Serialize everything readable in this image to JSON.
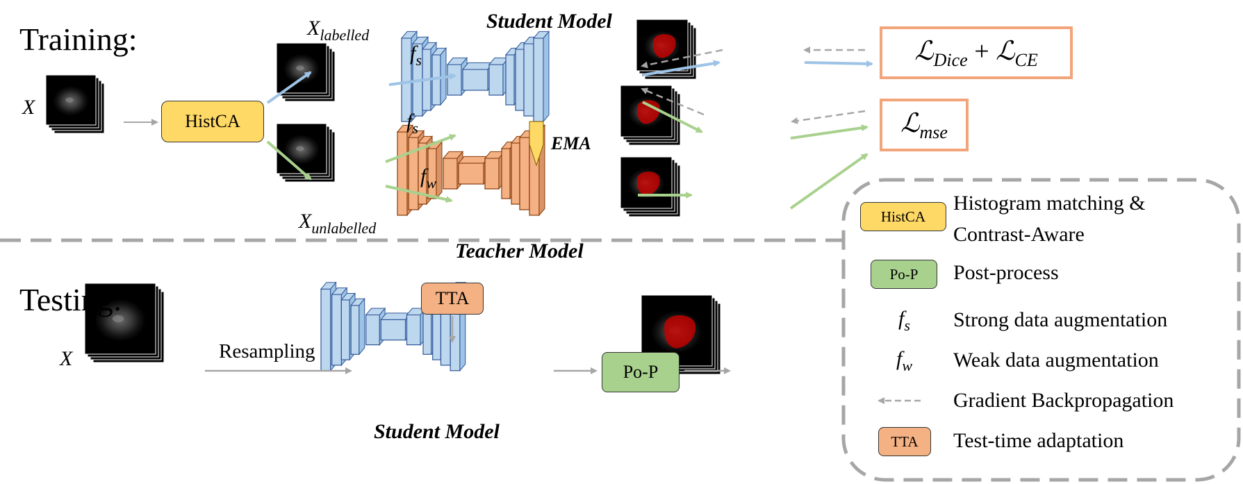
{
  "colors": {
    "histca": "#ffd966",
    "pop": "#a9d18e",
    "tta": "#f4b183",
    "student": "#bdd7ee",
    "teacher": "#f4b183",
    "loss_border": "#f2a57a",
    "arrow_blue": "#9dc3e6",
    "arrow_green": "#a9d18e",
    "arrow_gray": "#a6a6a6"
  },
  "training": {
    "label": "Training:",
    "input_var": "X",
    "labelled_var": "X",
    "labelled_sub": "labelled",
    "unlabelled_var": "X",
    "unlabelled_sub": "unlabelled",
    "histca_label": "HistCA",
    "fs_upper_base": "f",
    "fs_upper_sub": "s",
    "fs_lower_base": "f",
    "fs_lower_sub": "s",
    "fw_base": "f",
    "fw_sub": "w",
    "student_model": "Student Model",
    "teacher_model": "Teacher Model",
    "ema": "EMA",
    "loss_dice_ce": {
      "l1": "ℒ",
      "s1": "Dice",
      "plus": "+ ",
      "l2": "ℒ",
      "s2": "CE"
    },
    "loss_mse": {
      "l": "ℒ",
      "s": "mse"
    }
  },
  "testing": {
    "label": "Testing:",
    "input_var": "X",
    "resampling": "Resampling",
    "tta_label": "TTA",
    "pop_label": "Po-P",
    "student_model": "Student Model"
  },
  "legend": {
    "items": [
      {
        "key": "HistCA",
        "text": "Histogram matching &",
        "text2": "Contrast-Aware"
      },
      {
        "key": "Po-P",
        "text": "Post-process"
      },
      {
        "key_base": "f",
        "key_sub": "s",
        "text": "Strong data augmentation"
      },
      {
        "key_base": "f",
        "key_sub": "w",
        "text": "Weak data augmentation"
      },
      {
        "key_icon": "dashed-arrow",
        "text": "Gradient Backpropagation"
      },
      {
        "key": "TTA",
        "text": "Test-time adaptation"
      }
    ]
  }
}
